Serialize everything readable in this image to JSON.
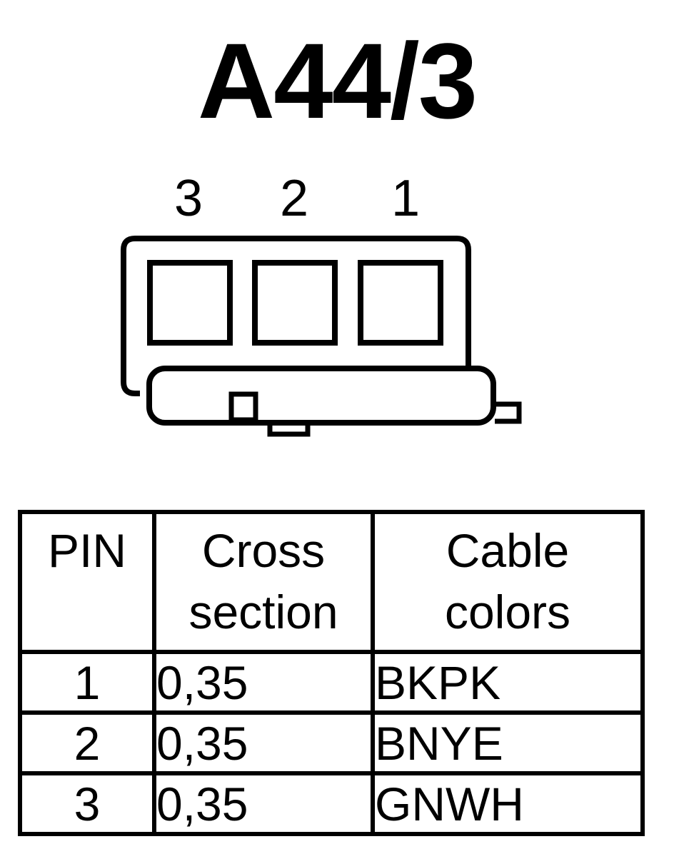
{
  "title": "A44/3",
  "connector": {
    "pin_labels": [
      "3",
      "2",
      "1"
    ]
  },
  "table": {
    "headers": {
      "pin": [
        "PIN"
      ],
      "cross_section": [
        "Cross",
        "section"
      ],
      "cable_colors": [
        "Cable",
        "colors"
      ]
    },
    "rows": [
      {
        "pin": "1",
        "cross_section": "0,35",
        "color": "BKPK"
      },
      {
        "pin": "2",
        "cross_section": "0,35",
        "color": "BNYE"
      },
      {
        "pin": "3",
        "cross_section": "0,35",
        "color": "GNWH"
      }
    ]
  }
}
